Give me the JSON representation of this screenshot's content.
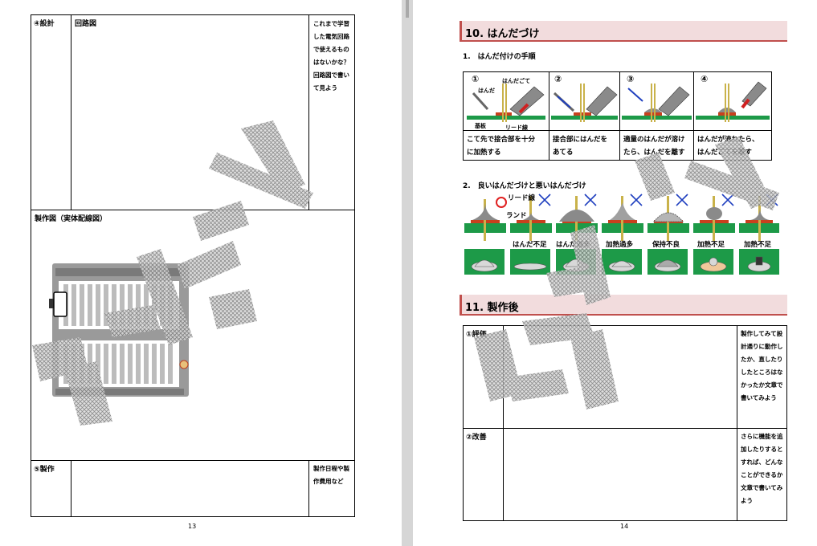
{
  "left_page": {
    "design": {
      "label": "④設計",
      "sublabel": "回路図",
      "note_lines": [
        "これまで学習",
        "した電気回路",
        "で使えるもの",
        "はないかな？",
        "回路図で書い",
        "て見よう"
      ]
    },
    "fabrication": {
      "label": "製作図（実体配線図）"
    },
    "production": {
      "label": "⑤製作",
      "note_lines": [
        "製作日程や製",
        "作費用など"
      ]
    },
    "page_number": "13"
  },
  "right_page": {
    "section10": {
      "title": "10. はんだづけ"
    },
    "procedure": {
      "heading": "1.　はんだ付けの手順",
      "steps": [
        {
          "num": "①",
          "text": [
            "こて先で接合部を十分",
            "に加熱する"
          ]
        },
        {
          "num": "②",
          "text": [
            "接合部にはんだを",
            "あてる"
          ]
        },
        {
          "num": "③",
          "text": [
            "適量のはんだが溶け",
            "たら、はんだを離す"
          ]
        },
        {
          "num": "④",
          "text": [
            "はんだが流れたら、",
            "はんだごてを離す"
          ]
        }
      ],
      "fig_labels": {
        "iron": "はんだごて",
        "solder": "はんだ",
        "board": "基板",
        "lead": "リード線"
      }
    },
    "quality": {
      "heading": "2.　良いはんだづけと悪いはんだづけ",
      "good_labels": {
        "lead": "リード線",
        "land": "ランド"
      },
      "bad_labels": [
        "はんだ不足",
        "はんだ過多",
        "加熱過多",
        "保持不良",
        "加熱不足",
        "加熱不足"
      ]
    },
    "section11": {
      "title": "11. 製作後"
    },
    "evaluation": {
      "label": "①評価",
      "note_lines": [
        "製作してみて設",
        "計通りに動作し",
        "たか、直したり",
        "したところはな",
        "かったか文章で",
        "書いてみよう"
      ]
    },
    "improvement": {
      "label": "②改善",
      "note_lines": [
        "さらに機能を追",
        "加したりすると",
        "すれば、どんな",
        "ことができるか",
        "文章で書いてみ",
        "よう"
      ]
    },
    "page_number": "14"
  },
  "colors": {
    "section_bg": "#f2dcdd",
    "section_accent": "#c0504d",
    "board_green": "#1d9a48",
    "solder_pad": "#c8401e",
    "cross_blue": "#1f3fbf",
    "ok_red": "#e02020"
  }
}
